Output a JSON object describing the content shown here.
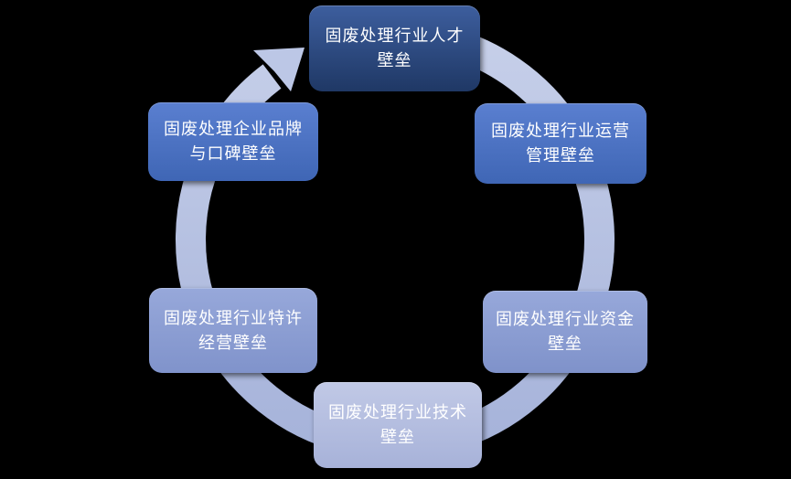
{
  "background": "#000000",
  "diagram": {
    "type": "cycle",
    "direction": "clockwise",
    "text_color": "#ffffff",
    "ring": {
      "color_top": "#c6cfe9",
      "color_bottom": "#a6b3da",
      "arrow_color": "#bcc7e6"
    },
    "nodes": [
      {
        "id": "talent",
        "position": "top",
        "label": "固废处理行业人才壁垒",
        "line1": "固废处理行业人才",
        "line2": "壁垒",
        "color_top": "#3d5e9e",
        "color_bottom": "#1f3865"
      },
      {
        "id": "operation-management",
        "position": "top-right",
        "label": "固废处理行业运营管理壁垒",
        "line1": "固废处理行业运营",
        "line2": "管理壁垒",
        "color_top": "#5a7fd0",
        "color_bottom": "#3f66b5"
      },
      {
        "id": "capital",
        "position": "bottom-right",
        "label": "固废处理行业资金壁垒",
        "line1": "固废处理行业资金",
        "line2": "壁垒",
        "color_top": "#97a8da",
        "color_bottom": "#7f92ca"
      },
      {
        "id": "technology",
        "position": "bottom",
        "label": "固废处理行业技术壁垒",
        "line1": "固废处理行业技术",
        "line2": "壁垒",
        "color_top": "#c1c9e6",
        "color_bottom": "#a7b2d9"
      },
      {
        "id": "franchise",
        "position": "bottom-left",
        "label": "固废处理行业特许经营壁垒",
        "line1": "固废处理行业特许",
        "line2": "经营壁垒",
        "color_top": "#97a8da",
        "color_bottom": "#8093cb"
      },
      {
        "id": "brand-reputation",
        "position": "top-left",
        "label": "固废处理企业品牌与口碑壁垒",
        "line1": "固废处理企业品牌",
        "line2": "与口碑壁垒",
        "color_top": "#5a7fd0",
        "color_bottom": "#3f66b5"
      }
    ]
  }
}
